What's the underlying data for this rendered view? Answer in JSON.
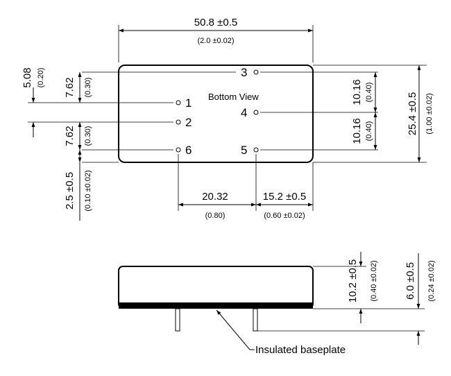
{
  "title": "Bottom View",
  "pins": [
    "3",
    "1",
    "2",
    "6",
    "4",
    "5"
  ],
  "dimensions": {
    "width_mm": "50.8 ±0.5",
    "width_in": "(2.0 ±0.02)",
    "height_mm": "25.4 ±0.5",
    "height_in": "(1.00 ±0.02)",
    "pin_spacing_right_upper_mm": "10.16",
    "pin_spacing_right_upper_in": "(0.40)",
    "pin_spacing_right_lower_mm": "10.16",
    "pin_spacing_right_lower_in": "(0.40)",
    "top_to_pin3_mm": "5.08",
    "top_to_pin3_in": "(0.20)",
    "pin3_to_pin1_mm": "7.62",
    "pin3_to_pin1_in": "(0.30)",
    "pin2_to_pin6_mm": "7.62",
    "pin2_to_pin6_in": "(0.30)",
    "edge_to_pin6_mm": "2.5 ±0.5",
    "edge_to_pin6_in": "(0.10 ±0.02)",
    "pin6_to_pin5_mm": "20.32",
    "pin6_to_pin5_in": "(0.80)",
    "pin5_to_edge_mm": "15.2 ±0.5",
    "pin5_to_edge_in": "(0.60 ±0.02)",
    "case_height_mm": "10.2 ±0.5",
    "case_height_in": "(0.40 ±0.02)",
    "pin_length_mm": "6.0 ±0.5",
    "pin_length_in": "(0.24 ±0.02)"
  },
  "baseplate_label": "Insulated baseplate"
}
